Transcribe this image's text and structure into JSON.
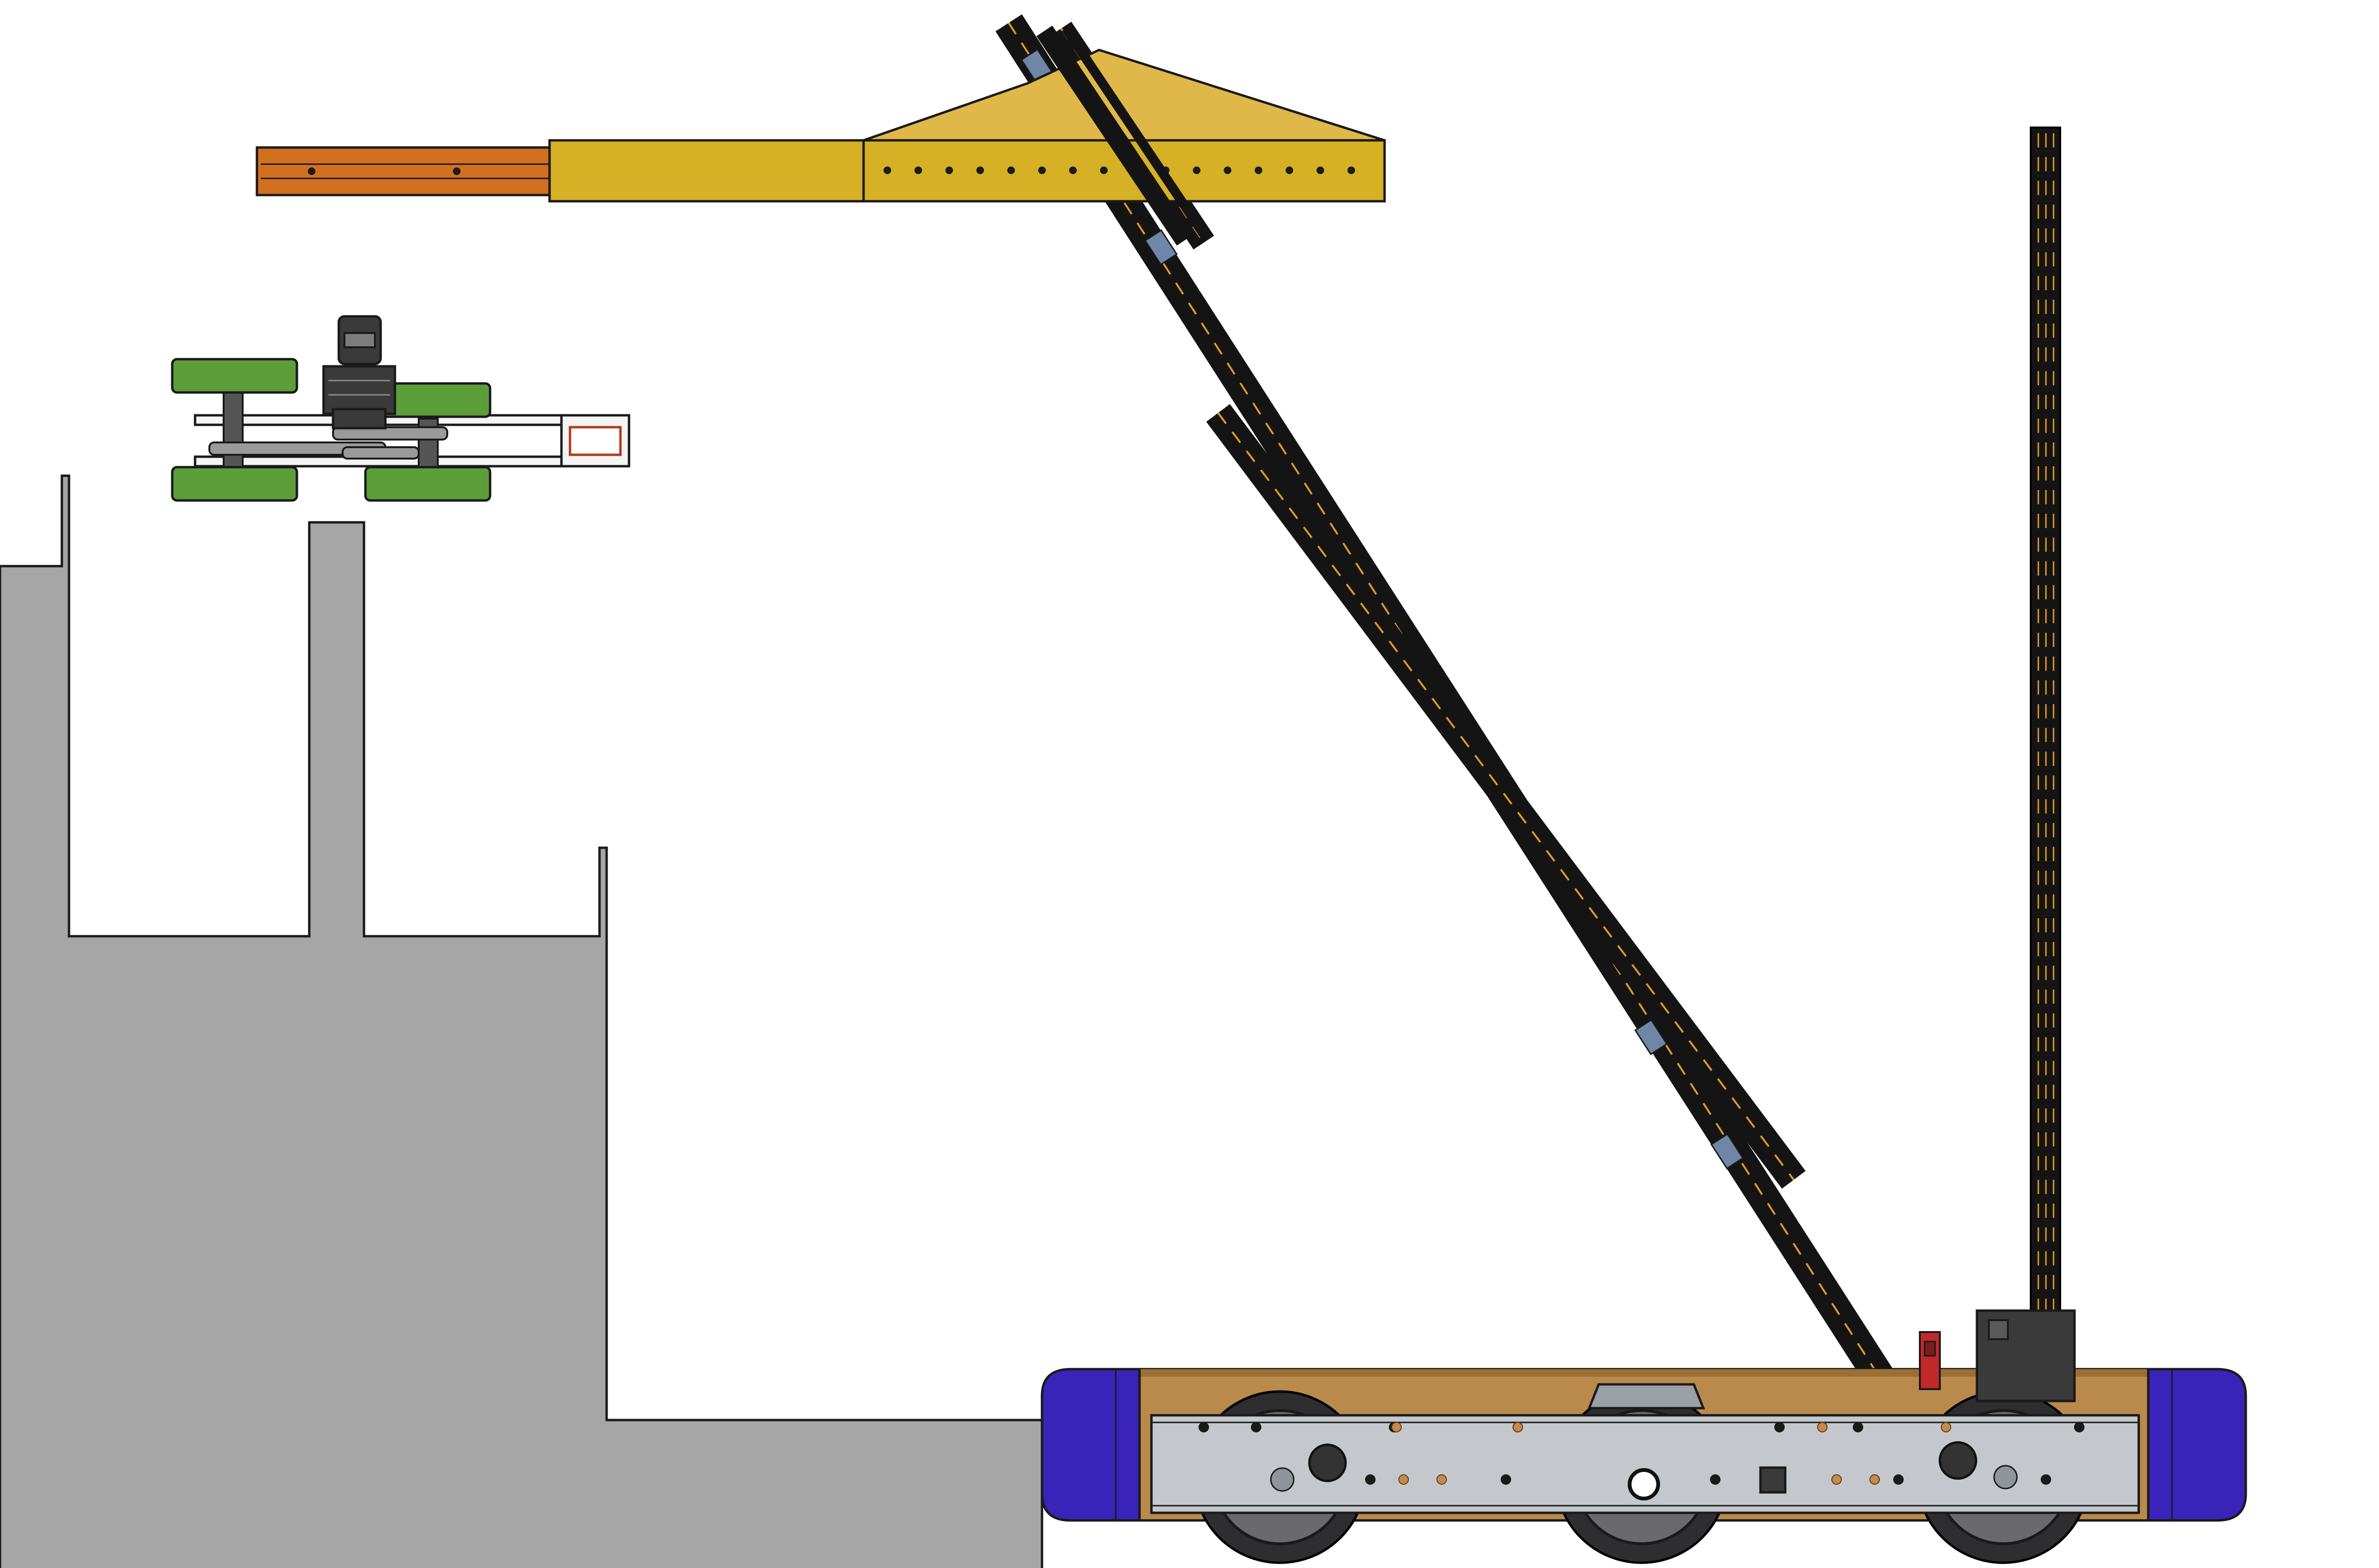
{
  "figure": {
    "title": "",
    "labels": []
  },
  "colors": {
    "background": "#ffffff",
    "outline": "#1a1a1a",
    "field_gray": "#a6a6a6",
    "chassis_wood": "#b98a4b",
    "bumper_blue": "#3a23b8",
    "side_plate_gray": "#c4c8cc",
    "wheel_dark": "#2e2e30",
    "tube_black": "#141414",
    "tube_stripe": "#e09a2a",
    "arm_orange": "#d2701f",
    "arm_gold": "#d6b025",
    "gusset_gold": "#e0b84a",
    "intake_wheel_green": "#5c9e3a",
    "motor_dark": "#3a3a3a",
    "hardware_red": "#c0282a",
    "hole_copper": "#c78a4a",
    "bearing_blue": "#6f86a8"
  },
  "components": [
    "field-element",
    "robot-chassis",
    "front-bumper",
    "rear-bumper",
    "drive-wheels",
    "side-plate",
    "vertical-mast",
    "diagonal-elevator",
    "diagonal-brace",
    "telescoping-arm",
    "roller-intake"
  ]
}
